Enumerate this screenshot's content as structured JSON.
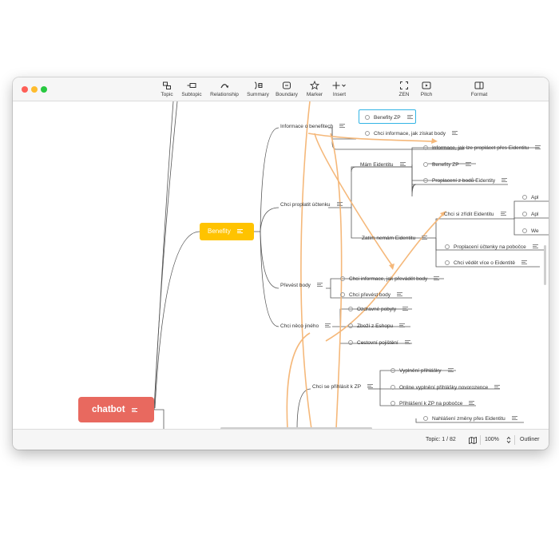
{
  "toolbar": {
    "topic": "Topic",
    "subtopic": "Subtopic",
    "relationship": "Relationship",
    "summary": "Summary",
    "boundary": "Boundary",
    "marker": "Marker",
    "insert": "Insert",
    "zen": "ZEN",
    "pitch": "Pitch",
    "format": "Format"
  },
  "mindmap": {
    "central": "chatbot",
    "main": "Benefity",
    "branches": {
      "informace": "Informace o benefitech",
      "benefity_zp": "Benefity ZP",
      "chci_informace_jak": "Chci informace, jak získat body",
      "chci_proplatit": "Chci proplatit účtenku",
      "informace_proplacet": "Informace, jak lze proplácet přes Eidentitu",
      "mam_eidentitu": "Mám Eidentitu",
      "benefity_zp2": "Benefity ZP",
      "proplaceni_bodu": "Proplacení z bodů Eidentity",
      "chci_zridit": "Chci si zřídit Eidentitu",
      "apl1": "Apl",
      "apl2": "Apl",
      "we": "We",
      "zatim_nemam": "Zatím nemám Eidentitu",
      "proplaceni_pobocce": "Proplacení účtenky na pobočce",
      "chci_vedet": "Chci vědět více o Eidentitě",
      "prevest_body": "Převést body",
      "chci_informace_prevadet": "Chci informace, jak převádět body",
      "chci_prevest": "Chci převést body",
      "chci_neco_jineho": "Chci něco jiného",
      "ozdravne": "Ozdravné pobyty",
      "zbozi": "Zboží z Eshopu",
      "cestovni": "Cestovní pojištění",
      "chci_prihlasit": "Chci se přihlásit k ZP",
      "vyplneni": "Vyplnění přihlášky",
      "online": "Online vyplnění přihlášky novorozence",
      "prihlaseni_zp": "Přihlášení k ZP na pobočce",
      "nahlaseni": "Nahlášení změny přes Eidentitu"
    }
  },
  "status": {
    "topic_count": "Topic: 1 / 82",
    "zoom": "100%",
    "outliner": "Outliner"
  },
  "icons": {
    "topic": "topic-icon",
    "subtopic": "subtopic-icon",
    "relationship": "relationship-icon",
    "summary": "summary-icon",
    "boundary": "boundary-icon",
    "marker": "star-icon",
    "insert": "plus-icon",
    "zen": "zen-icon",
    "pitch": "pitch-icon",
    "format": "format-icon"
  },
  "colors": {
    "central": "#e8695f",
    "main": "#ffc300",
    "relationship": "#f5b87a",
    "selection": "#33b5e5"
  }
}
